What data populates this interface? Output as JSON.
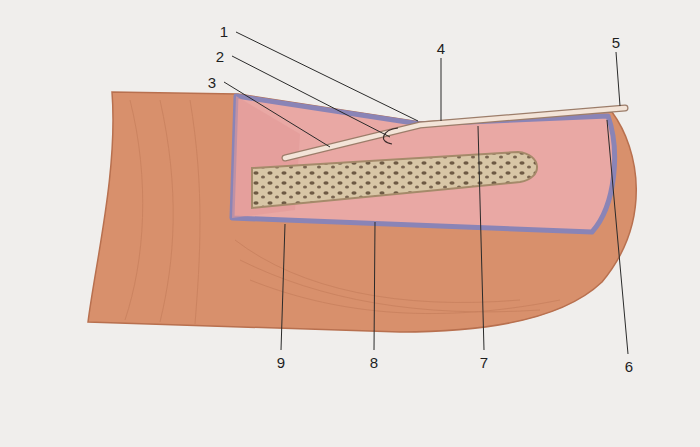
{
  "diagram": {
    "labels": [
      "1",
      "2",
      "3",
      "4",
      "5",
      "9",
      "8",
      "7",
      "6"
    ]
  }
}
